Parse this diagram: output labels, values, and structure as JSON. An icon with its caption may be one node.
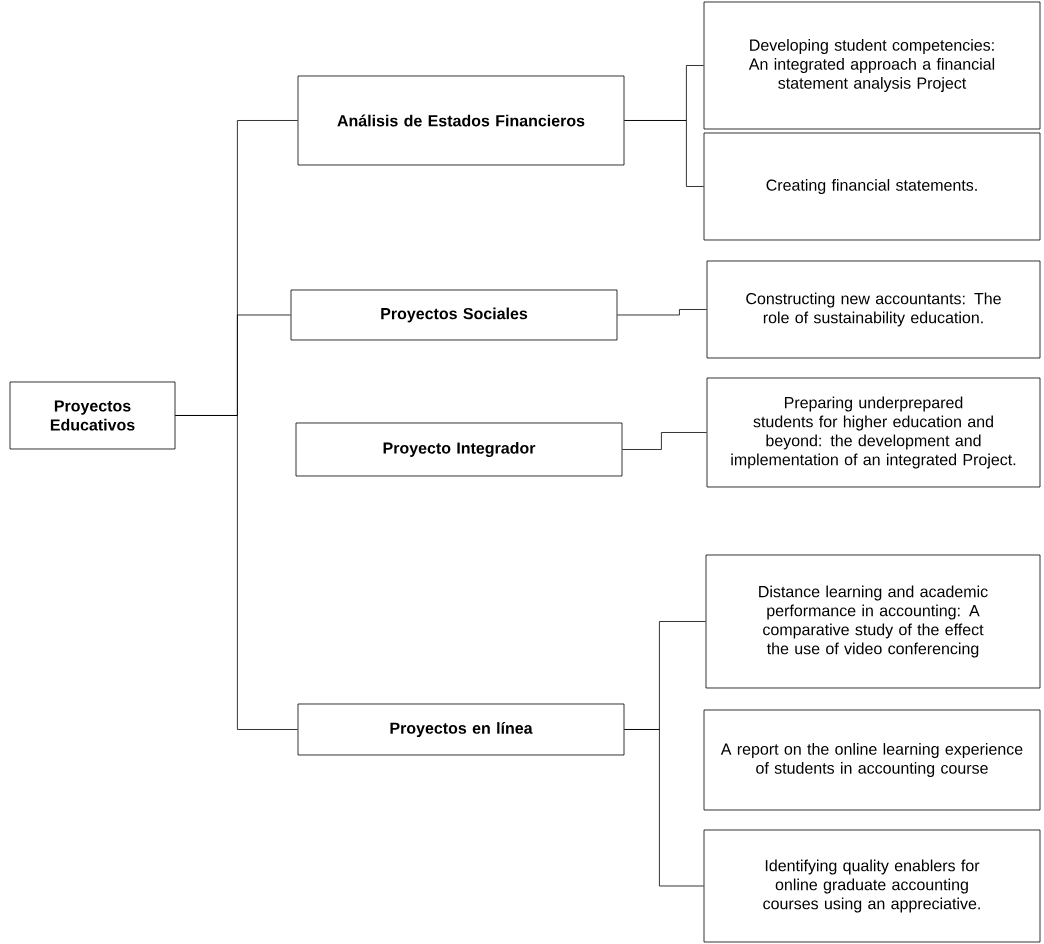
{
  "diagram": {
    "nodes": [
      {
        "text": [
          "Proyectos Educativos"
        ]
      },
      {
        "text": [
          "Análisis de Estados Financieros"
        ]
      },
      {
        "text": [
          "Proyectos Sociales"
        ]
      },
      {
        "text": [
          "Proyecto Integrador"
        ]
      },
      {
        "text": [
          "Proyectos en línea"
        ]
      },
      {
        "text": [
          "Developing student competencies: An integrated approach a financial statement analysis Project"
        ]
      },
      {
        "text": [
          "Creating financial statements."
        ]
      },
      {
        "text": [
          "Constructing new accountants: The role of sustainability education."
        ]
      },
      {
        "text": [
          "Preparing underprepared students for higher education and beyond: the development and implementation of an integrated Project."
        ]
      },
      {
        "text": [
          "Distance learning and academic performance in accounting: A comparative study of the effect the use of video conferencing"
        ]
      },
      {
        "text": [
          "A report on the online learning experience of students in accounting course"
        ]
      },
      {
        "text": [
          "Identifying quality enablers for online graduate accounting courses using an appreciative."
        ]
      }
    ],
    "edges": [
      {
        "from": 0,
        "to": 1,
        "arrow": "none"
      },
      {
        "from": 0,
        "to": 2,
        "arrow": "none"
      },
      {
        "from": 0,
        "to": 4,
        "arrow": "none"
      },
      {
        "from": 1,
        "to": 5,
        "arrow": "none"
      },
      {
        "from": 1,
        "to": 6,
        "arrow": "none"
      },
      {
        "from": 2,
        "to": 7,
        "arrow": "none"
      },
      {
        "from": 3,
        "to": 8,
        "arrow": "none"
      },
      {
        "from": 4,
        "to": 9,
        "arrow": "none"
      },
      {
        "from": 4,
        "to": 11,
        "arrow": "none"
      }
    ]
  }
}
